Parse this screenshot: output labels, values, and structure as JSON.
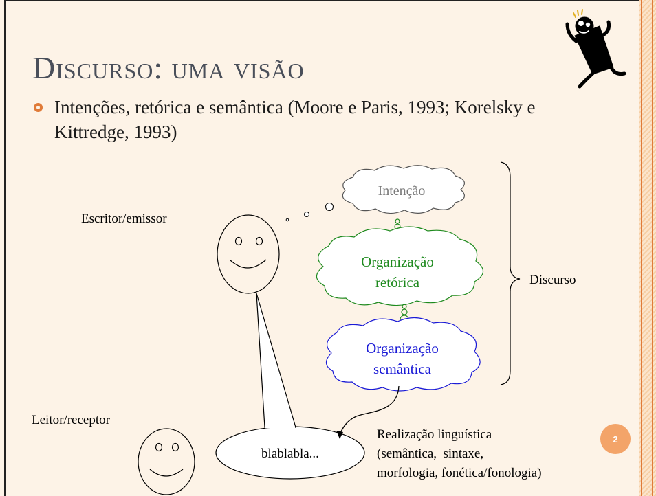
{
  "slide": {
    "title": "Discurso: uma visão",
    "bullet": "Intenções, retórica e semântica (Moore e Paris, 1993; Korelsky e Kittredge, 1993)",
    "page_number": "2"
  },
  "diagram": {
    "writer_label": "Escritor/emissor",
    "reader_label": "Leitor/receptor",
    "speech_text": "blablabla...",
    "intention_label": "Intenção",
    "rhetorical_lines": [
      "Organização",
      "retórica"
    ],
    "semantic_lines": [
      "Organização",
      "semântica"
    ],
    "discourse_label": "Discurso",
    "realization_lines": [
      "Realização linguística",
      "(semântica,  sintaxe,",
      "morfologia, fonética/fonologia)"
    ]
  },
  "colors": {
    "accent": "#e07b39",
    "title": "#4a4f5a",
    "intention": "#7a7a7a",
    "rhetorical": "#1e8a1e",
    "semantic": "#1a1ad6"
  },
  "icons": {
    "corner_figure": "cheering-cartoon-figure-icon"
  }
}
